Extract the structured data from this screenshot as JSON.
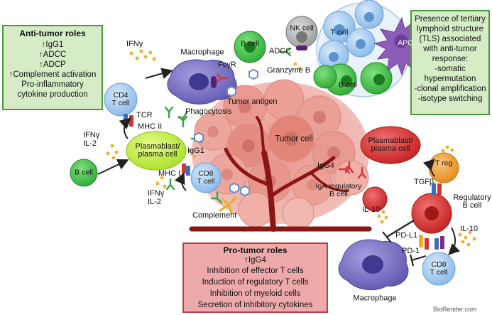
{
  "anti_tumor_box": {
    "title": "Anti-tumor roles",
    "lines": [
      "↑IgG1",
      "↑ADCC",
      "↑ADCP",
      "↑Complement activation",
      "Pro-inflammatory",
      "cytokine production"
    ]
  },
  "tls_box": {
    "lines": [
      "Presence of tertiary",
      "lymphoid structure",
      "(TLS) associated",
      "with anti-tumor",
      "response:",
      "-somatic",
      "hypermutation",
      "-clonal amplification",
      "-isotype switching"
    ]
  },
  "pro_tumor_box": {
    "title": "Pro-tumor roles",
    "lines": [
      "↑IgG4",
      "Inhibition of effector T cells",
      "Induction of regulatory T cells",
      "Inhibition of myeloid cells",
      "Secretion of inhibitory cytokines"
    ]
  },
  "cells": {
    "cd4_t_cell": "CD4\nT cell",
    "plasmablast_left": "Plasmablast/\nplasma cell",
    "b_cell_left": "B cell",
    "cd8_t_cell_left": "CD8\nT cell",
    "macrophage_top": "Macrophage",
    "b_cell_top": "B cell",
    "nk_cell": "NK cell",
    "tls_t_cell": "T cell",
    "tls_apc": "APC",
    "tls_b_cell": "B cell",
    "tumor_cell": "Tumor cell",
    "plasmablast_right": "Plasmablast/\nplasma cell",
    "t_reg": "T reg",
    "regulatory_b_cell": "Regulatory\nB cell",
    "iga_regulatory_b_cell": "IgA regulatory\nB cell",
    "cd8_t_cell_right": "CD8\nT cell",
    "macrophage_bottom": "Macrophage"
  },
  "labels": {
    "ifng_top": "IFNγ",
    "fcgr": "FcγR",
    "adcc": "ADCC",
    "granzyme_b": "Granzyme B",
    "phagocytosis": "Phagocytosis",
    "tumor_antigen": "Tumor antigen",
    "tcr": "TCR",
    "mhc_ii": "MHC II",
    "ifng_il2_upper": "IFNγ\nIL-2",
    "igg1": "IgG1",
    "mhc_i": "MHC I",
    "ifng_il2_lower": "IFNγ\nIL-2",
    "complement": "Complement",
    "igg4": "IgG4",
    "tgfb": "TGFβ",
    "il10_left": "IL-10",
    "il10_right": "IL-10",
    "pdl1": "PD-L1",
    "pd1": "PD-1"
  },
  "credit": "BioRender.com",
  "colors": {
    "green_box_bg": "#d6ecc6",
    "green_box_border": "#4c9a3a",
    "red_box_bg": "#eeaaaa",
    "red_box_border": "#b84040",
    "t_cell": "#a9cdf0",
    "b_cell": "#45c84a",
    "plasmablast_green": "#c8f04a",
    "plasma_red": "#e03a3a",
    "t_reg": "#f5a43a",
    "macrophage": "#7c73c8",
    "nk_cell": "#aaaaaa",
    "tumor": "#e99a90",
    "vessel": "#8b1414"
  }
}
